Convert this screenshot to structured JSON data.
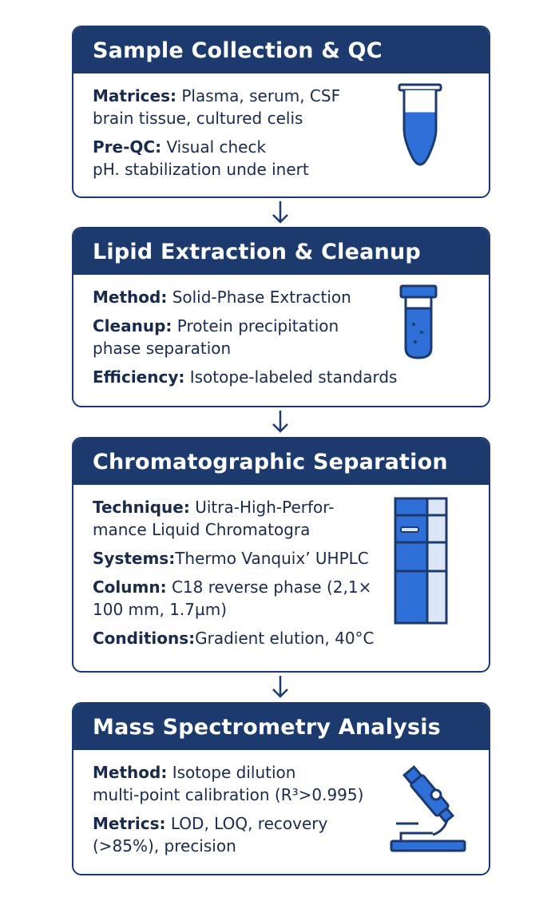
{
  "steps": [
    {
      "title": "Sample Collection  & QC",
      "icon": "tube-icon",
      "fields": [
        {
          "label": "Matrices:",
          "lines": [
            "Plasma, serum, CSF",
            "brain tissue, cultured celis"
          ]
        },
        {
          "label": "Pre-QC:",
          "lines": [
            "Visual check",
            "pH. stabilization unde inert"
          ]
        }
      ]
    },
    {
      "title": "Lipid Extraction & Cleanup",
      "icon": "vial-icon",
      "fields": [
        {
          "label": "Method:",
          "lines": [
            "Solid-Phase Extraction"
          ]
        },
        {
          "label": "Cleanup:",
          "lines": [
            "Protein precipitation",
            "phase separation"
          ]
        },
        {
          "label": "Efficiency:",
          "lines": [
            "Isotope-labeled standards"
          ]
        }
      ]
    },
    {
      "title": "Chromatographic Separation",
      "icon": "hplc-system-icon",
      "fields": [
        {
          "label": "Technique:",
          "lines": [
            "Uitra-High-Perfor-",
            "mance Liquid Chromatogra"
          ]
        },
        {
          "label": "Systems:",
          "lines": [
            "Thermo Vanquix’ UHPLC"
          ]
        },
        {
          "label": "Column:",
          "lines": [
            "C18 reverse phase (2,1×",
            "100 mm, 1.7µm)"
          ]
        },
        {
          "label": "Conditions:",
          "lines": [
            "Gradient elution, 40°C"
          ]
        }
      ]
    },
    {
      "title": "Mass Spectrometry Analysis",
      "icon": "microscope-icon",
      "fields": [
        {
          "label": "Method:",
          "lines": [
            "Isotope dilution",
            "multi-point calibration (R³>0.995)"
          ]
        },
        {
          "label": "Metrics:",
          "lines": [
            "LOD, LOQ, recovery",
            "(>85%), precision"
          ]
        }
      ]
    }
  ],
  "colors": {
    "navy": "#1d3a6e",
    "blue": "#2f6fd8",
    "light": "#dbe6f7"
  }
}
